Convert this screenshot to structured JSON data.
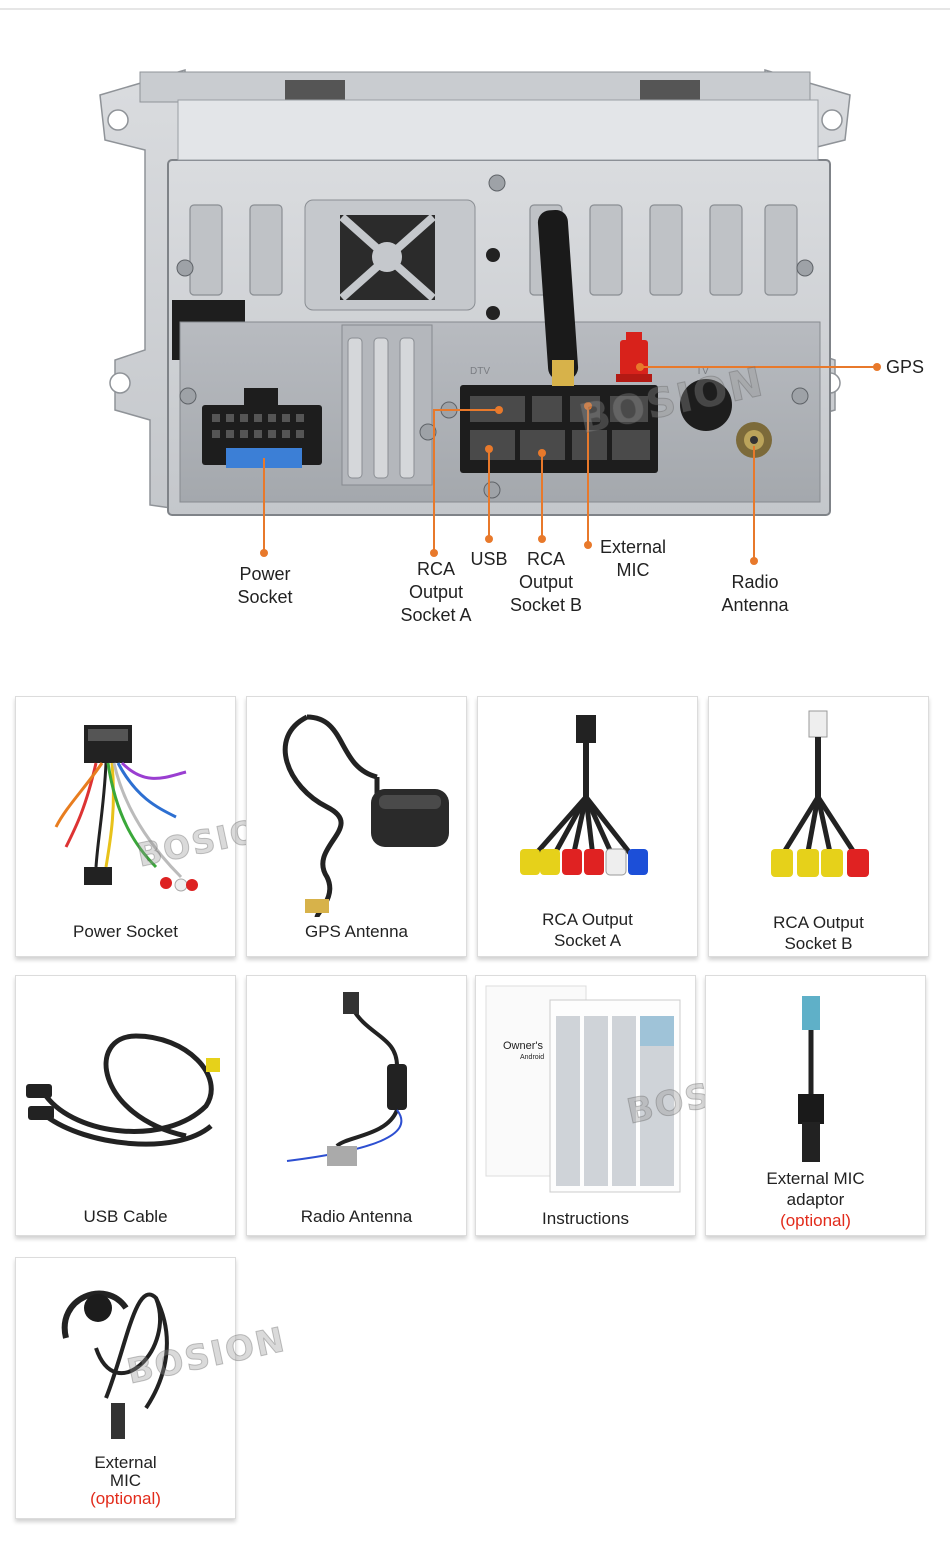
{
  "watermark": "BOSION",
  "colors": {
    "accent": "#e8792b",
    "optional": "#e22b1b"
  },
  "back_panel": {
    "callouts": {
      "gps": "GPS",
      "power_socket": "Power\nSocket",
      "rca_a": "RCA\nOutput\nSocket A",
      "usb": "USB",
      "rca_b": "RCA\nOutput\nSocket B",
      "ext_mic": "External\nMIC",
      "radio_antenna": "Radio\nAntenna"
    },
    "panel_marks": {
      "dtv": "DTV",
      "tv": "TV"
    }
  },
  "accessories": [
    {
      "name": "Power Socket",
      "optional": ""
    },
    {
      "name": "GPS Antenna",
      "optional": ""
    },
    {
      "name": "RCA Output\nSocket A",
      "optional": ""
    },
    {
      "name": "RCA Output\nSocket B",
      "optional": ""
    },
    {
      "name": "USB Cable",
      "optional": ""
    },
    {
      "name": "Radio Antenna",
      "optional": ""
    },
    {
      "name": "Instructions",
      "optional": ""
    },
    {
      "name": "External MIC\nadaptor",
      "optional": "(optional)"
    },
    {
      "name": "External\nMIC",
      "optional": "(optional)"
    }
  ],
  "manual_cover_text": "Owner's",
  "manual_cover_sub": "Android"
}
